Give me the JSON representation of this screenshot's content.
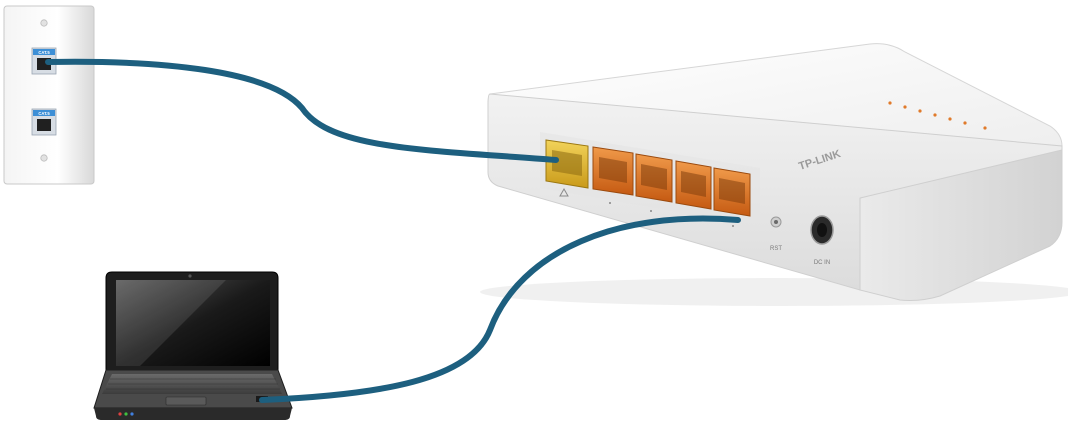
{
  "wall_plate": {
    "jacks": [
      {
        "label": "CAT.5"
      },
      {
        "label": "CAT.5"
      }
    ]
  },
  "router": {
    "brand": "TP-LINK",
    "ports": [
      {
        "name": "wan-port",
        "color": "#e8c23a"
      },
      {
        "name": "lan-port-1",
        "color": "#e07a2a"
      },
      {
        "name": "lan-port-2",
        "color": "#e07a2a"
      },
      {
        "name": "lan-port-3",
        "color": "#e07a2a"
      },
      {
        "name": "lan-port-4",
        "color": "#e07a2a"
      }
    ],
    "reset_label": "RST",
    "power_label": "DC IN"
  },
  "cables": {
    "color": "#1d5f7f"
  }
}
